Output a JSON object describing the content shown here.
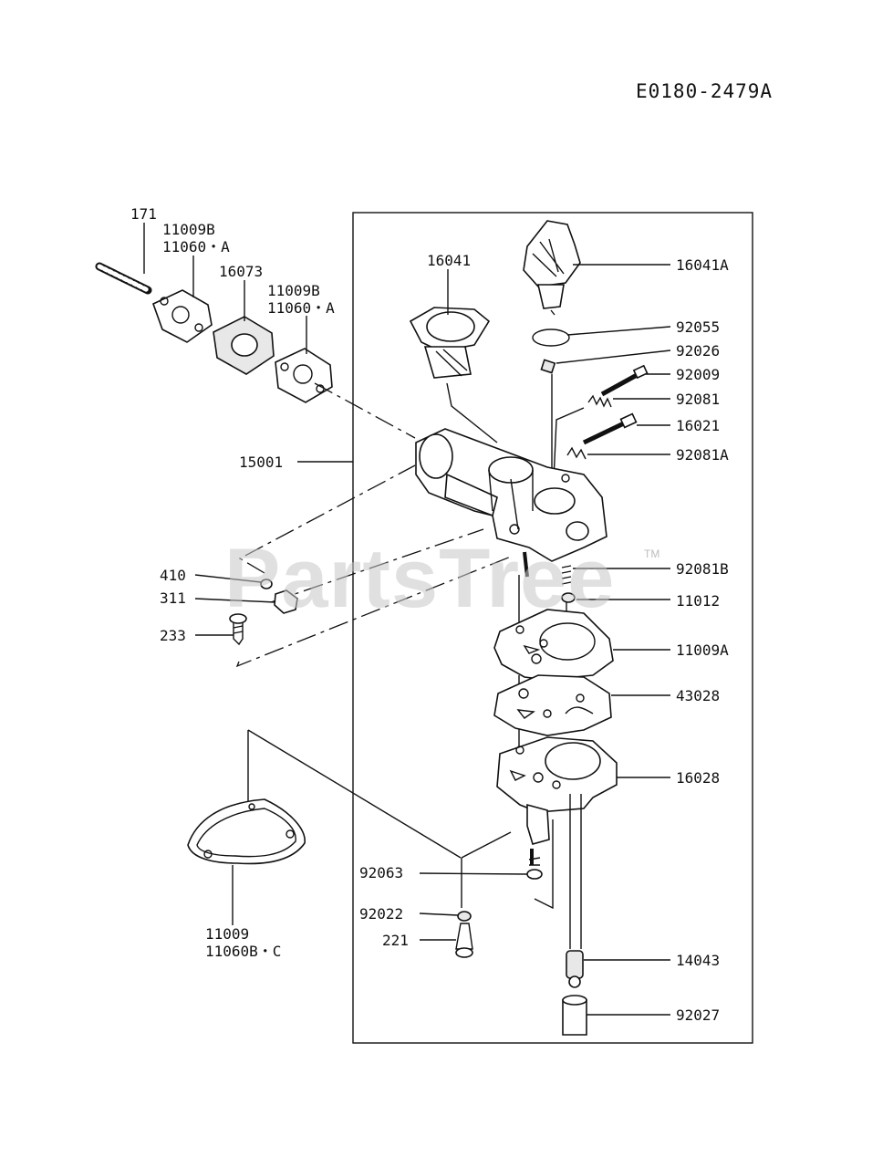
{
  "drawing_code": "E0180-2479A",
  "watermark": {
    "text": "PartsTree",
    "trademark": "TM"
  },
  "parts": {
    "p171": "171",
    "p11009b_1": "11009B",
    "p11060a_1": "11060・A",
    "p16073": "16073",
    "p11009b_2": "11009B",
    "p11060a_2": "11060・A",
    "p16041": "16041",
    "p16041a": "16041A",
    "p92055": "92055",
    "p92026": "92026",
    "p92009": "92009",
    "p92081": "92081",
    "p16021": "16021",
    "p92081a": "92081A",
    "p15001": "15001",
    "p92081b": "92081B",
    "p410": "410",
    "p11012": "11012",
    "p311": "311",
    "p233": "233",
    "p11009a": "11009A",
    "p43028": "43028",
    "p16028": "16028",
    "p92063": "92063",
    "p92022": "92022",
    "p221": "221",
    "p14043": "14043",
    "p92027": "92027",
    "p11009": "11009",
    "p11060bc": "11060B・C"
  }
}
